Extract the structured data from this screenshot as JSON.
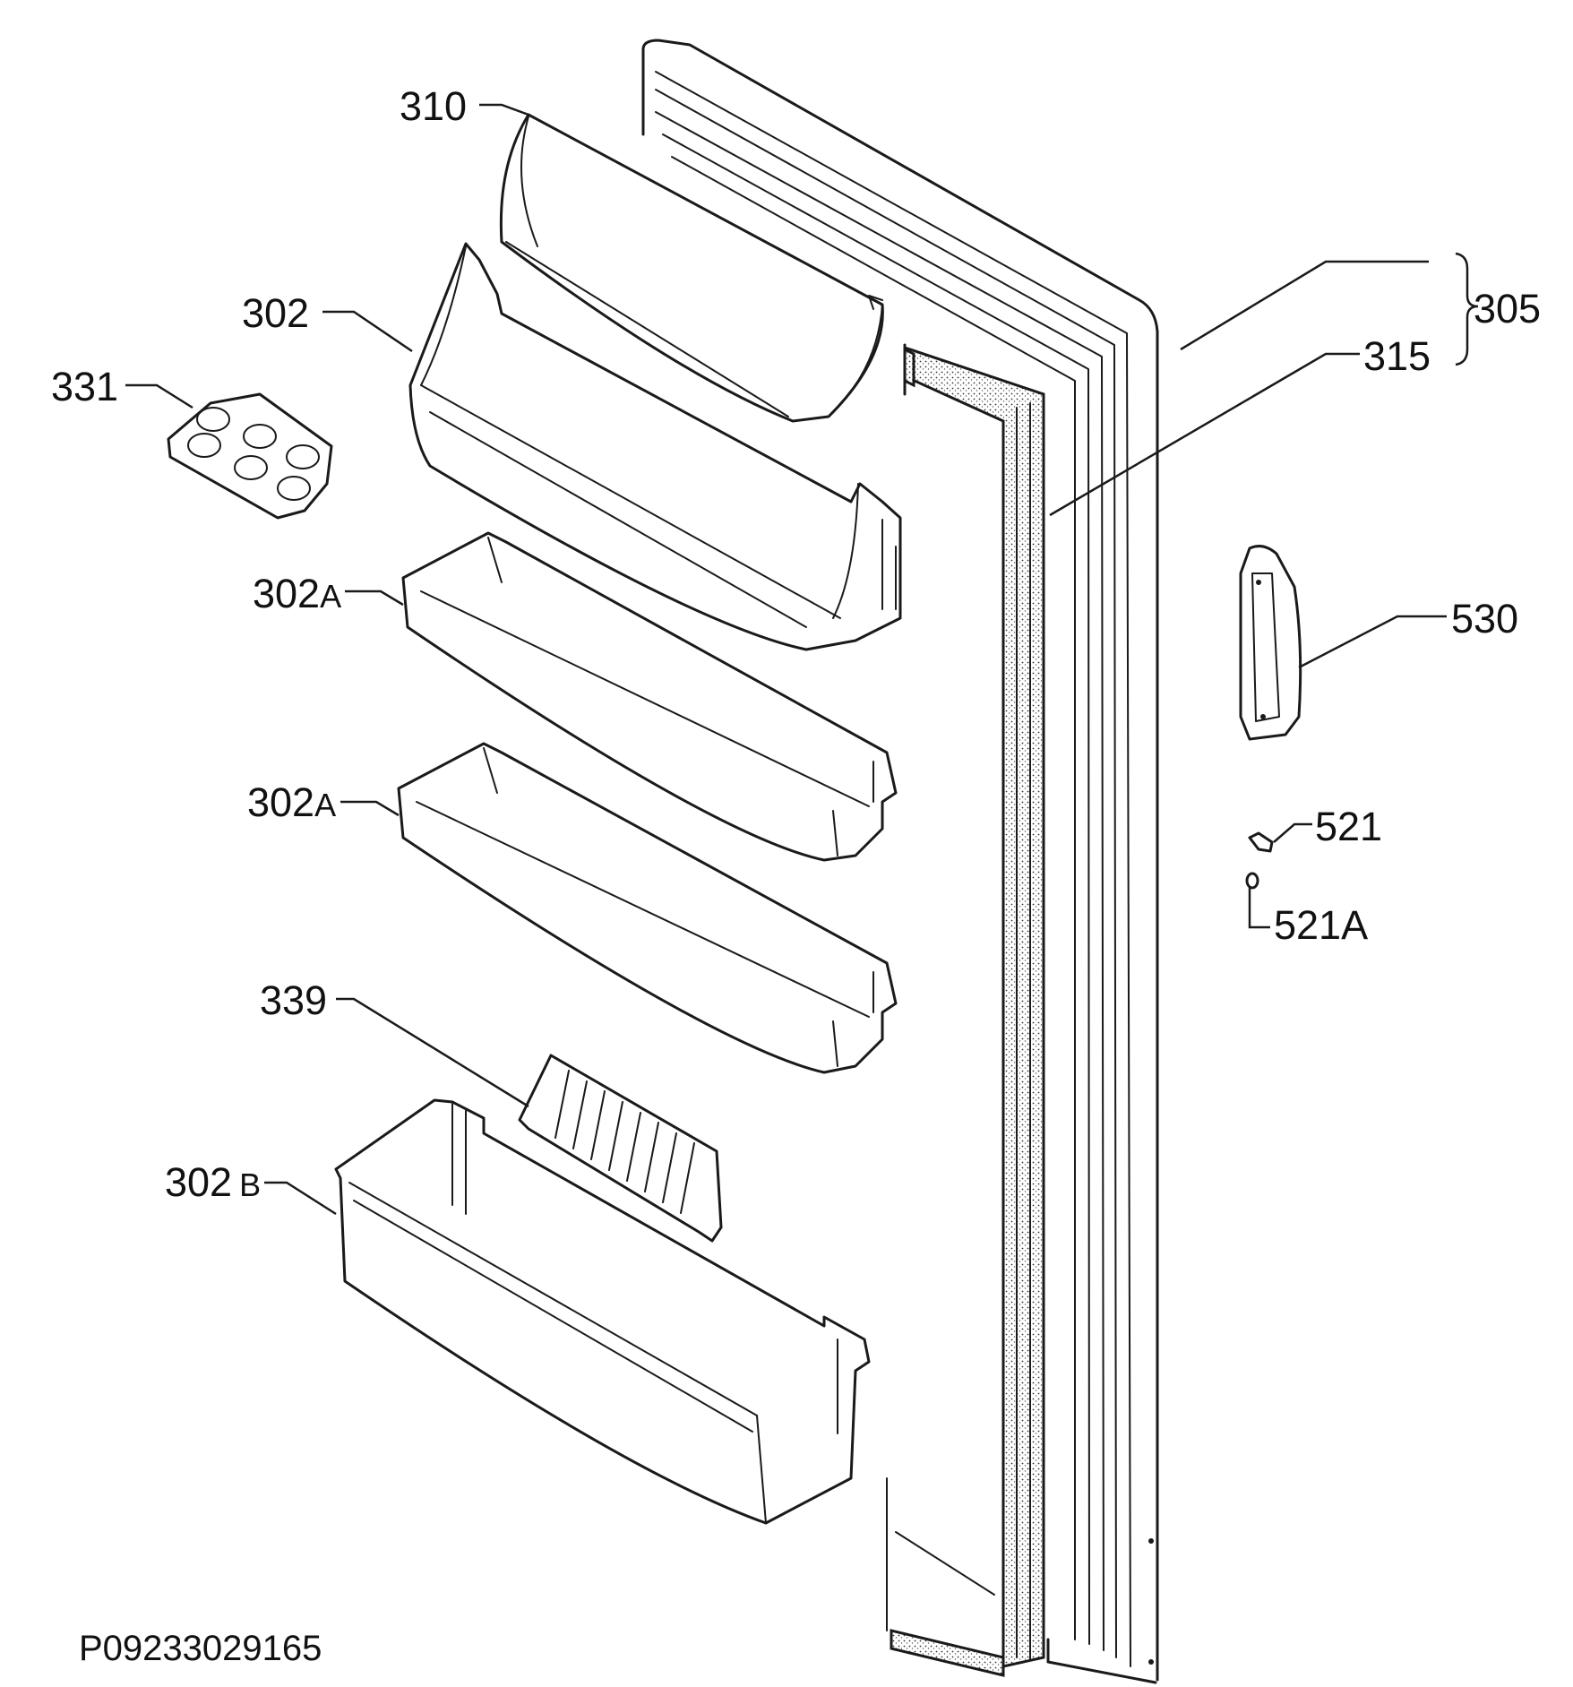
{
  "drawing_id": "P09233029165",
  "callouts": {
    "c310": "310",
    "c302": "302",
    "c331": "331",
    "c302A_1": "302",
    "c302A_1_suffix": "A",
    "c302A_2": "302",
    "c302A_2_suffix": "A",
    "c339": "339",
    "c302B": "302",
    "c302B_suffix": "B",
    "c305": "305",
    "c315": "315",
    "c530": "530",
    "c521": "521",
    "c521A": "521A"
  }
}
